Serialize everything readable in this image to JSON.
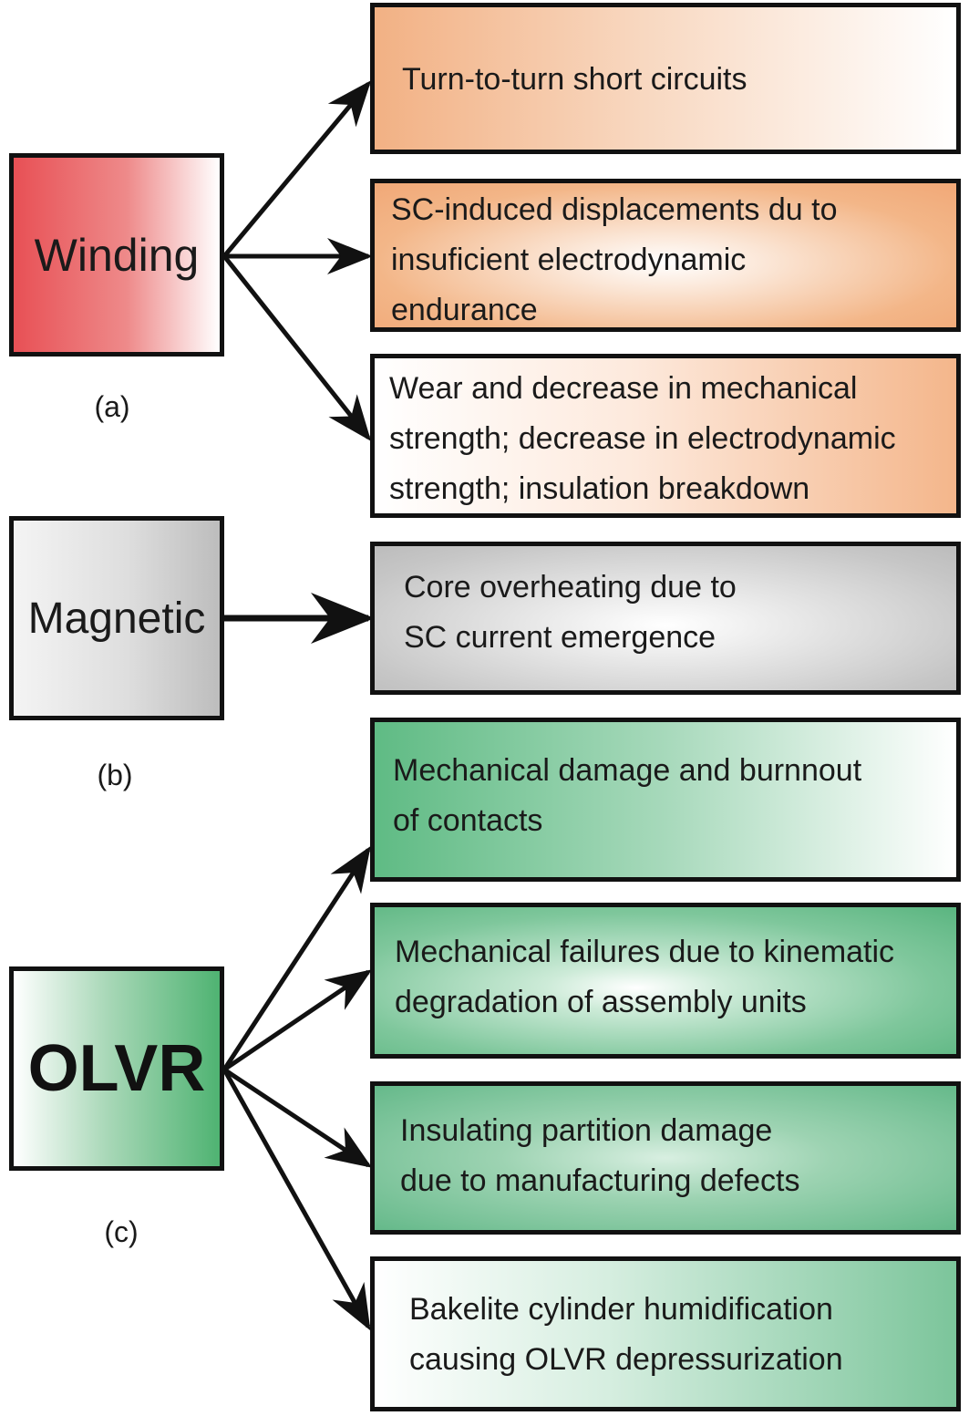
{
  "groups": {
    "winding": {
      "label": "Winding",
      "caption": "(a)",
      "items": [
        {
          "lines": [
            "Turn-to-turn short circuits"
          ]
        },
        {
          "lines": [
            "SC-induced displacements du to",
            "insuficient electrodynamic",
            "endurance"
          ]
        },
        {
          "lines": [
            "Wear and decrease in mechanical",
            "strength; decrease in electrodynamic",
            "strength; insulation breakdown"
          ]
        }
      ]
    },
    "magnetic": {
      "label": "Magnetic",
      "caption": "(b)",
      "items": [
        {
          "lines": [
            "Core overheating due to",
            "SC current emergence"
          ]
        }
      ]
    },
    "olvr": {
      "label": "OLVR",
      "caption": "(c)",
      "items": [
        {
          "lines": [
            "Mechanical damage and burnnout",
            "of contacts"
          ]
        },
        {
          "lines": [
            "Mechanical failures due to kinematic",
            "degradation of assembly units"
          ]
        },
        {
          "lines": [
            "Insulating partition damage",
            "due to manufacturing defects"
          ]
        },
        {
          "lines": [
            "Bakelite cylinder humidification",
            "causing OLVR depressurization"
          ]
        }
      ]
    }
  },
  "colors": {
    "winding": "#e85055",
    "winding_items": "#f2b184",
    "magnetic": "#bdbdbd",
    "olvr": "#4fb372",
    "olvr_items": "#5fbb84",
    "stroke": "#111111"
  }
}
